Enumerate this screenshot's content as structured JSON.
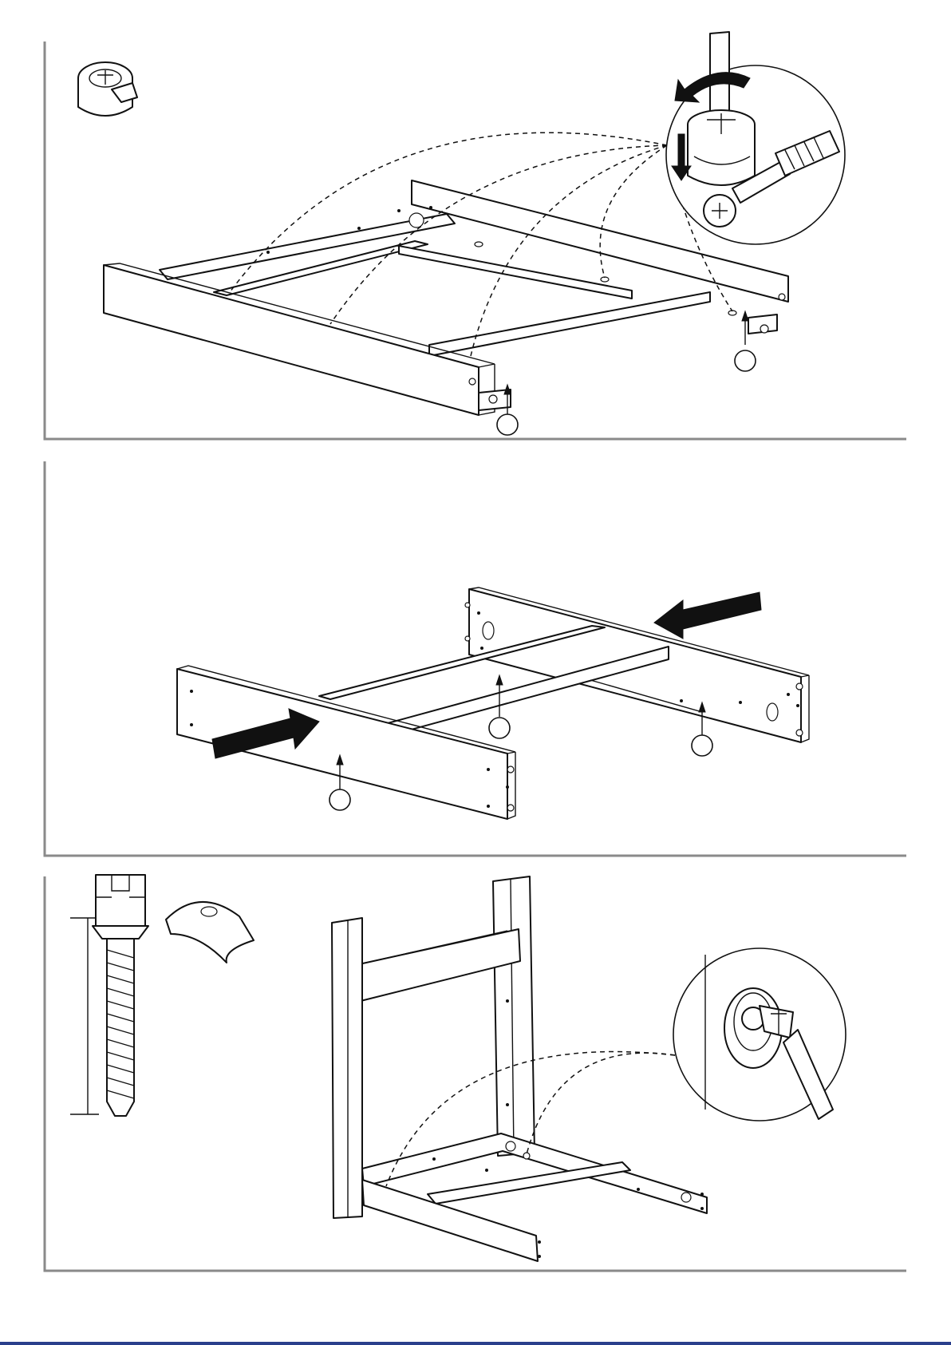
{
  "document": {
    "type": "assembly-instructions",
    "panels": [
      {
        "id": "step-a",
        "part_icon": "cam-lock-icon",
        "callout_icons": [
          "cam-lock-icon",
          "screwdriver-icon",
          "rotate-arrow-icon",
          "down-arrow-icon"
        ],
        "part_callouts": 2
      },
      {
        "id": "step-b",
        "push_arrows": [
          "right-arrow-icon",
          "left-arrow-icon"
        ],
        "part_callouts": 3
      },
      {
        "id": "step-c",
        "part_icons": [
          "cam-bolt-icon",
          "dowel-cap-icon"
        ],
        "callout_icons": [
          "screwdriver-icon"
        ],
        "part_callouts": 0
      }
    ],
    "colors": {
      "ink": "#111111",
      "frame": "#8a8a8a",
      "footer_rule": "#2a3f8c"
    }
  }
}
